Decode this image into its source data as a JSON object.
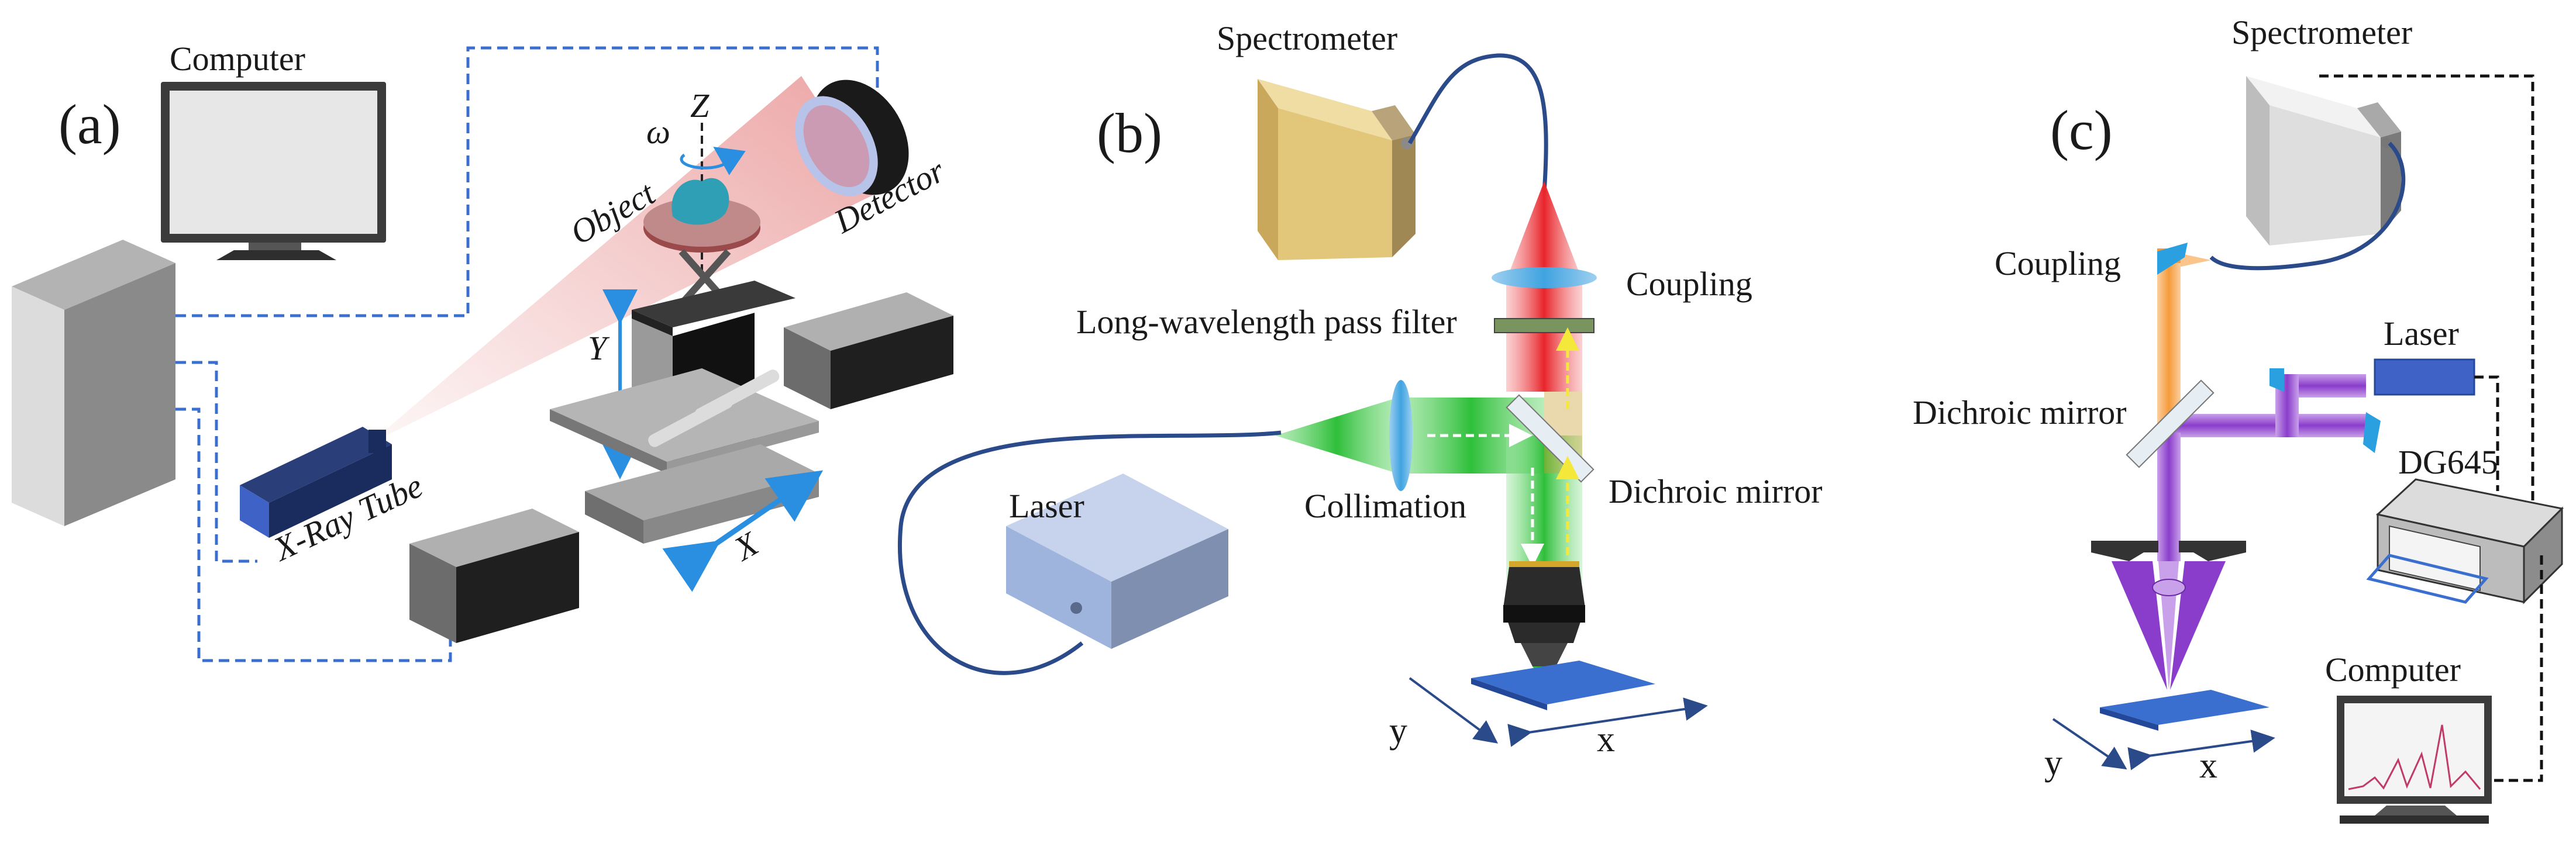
{
  "panels": {
    "a": {
      "tag": "(a)",
      "computer": "Computer",
      "object": "Object",
      "detector": "Detector",
      "xray": "X-Ray Tube",
      "omega": "ω",
      "z": "Z",
      "y": "Y",
      "x": "X"
    },
    "b": {
      "tag": "(b)",
      "spectrometer": "Spectrometer",
      "coupling": "Coupling",
      "filter": "Long-wavelength pass filter",
      "collimation": "Collimation",
      "dichroic": "Dichroic mirror",
      "laser": "Laser",
      "y": "y",
      "x": "x"
    },
    "c": {
      "tag": "(c)",
      "spectrometer": "Spectrometer",
      "coupling": "Coupling",
      "laser": "Laser",
      "dichroic": "Dichroic mirror",
      "dg645": "DG645",
      "computer": "Computer",
      "y": "y",
      "x": "x"
    }
  },
  "colors": {
    "dashed_link": "#3a6fd0",
    "xray_beam": "#e06a6a",
    "green_beam": "#2fbf3a",
    "red_beam": "#e8242a",
    "violet_beam": "#9b4fd1",
    "orange_beam": "#f59a3a",
    "sample": "#3a6fd0",
    "spectrometer_b": "#e2c77a",
    "laser_box": "#9fb4dd"
  }
}
